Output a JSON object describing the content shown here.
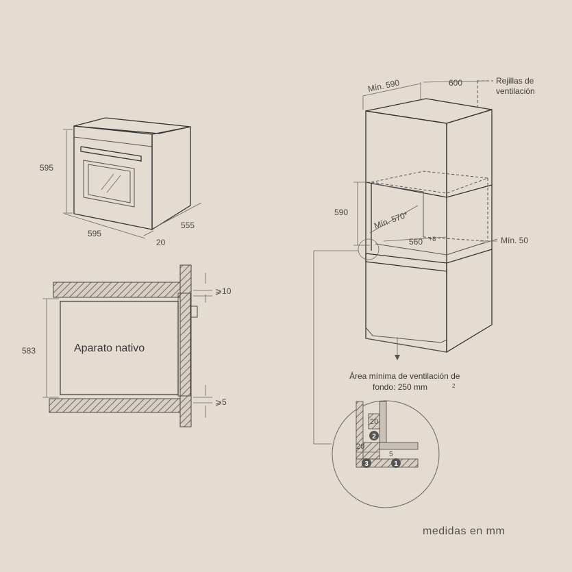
{
  "oven_dims": {
    "height": "595",
    "width": "595",
    "depth": "555",
    "front": "20"
  },
  "section": {
    "label": "Aparato nativo",
    "height": "583",
    "top_gap": "⩾10",
    "bottom_gap": "⩾5"
  },
  "column": {
    "min_590": "Mín. 590",
    "w600": "600",
    "vents_line1": "Rejillas de",
    "vents_line2": "ventilación",
    "h590": "590",
    "min570": "Mín. 570*",
    "w560": "560",
    "w560_tol": "+8",
    "min50": "Mín. 50",
    "vent_area_line1": "Área mínima de ventilación de",
    "vent_area_line2": "fondo: 250 mm",
    "vent_area_sup": "2"
  },
  "detail": {
    "d20_a": "20",
    "d20_b": "20",
    "d5": "5",
    "m1": "1",
    "m2": "2",
    "m3": "3"
  },
  "footer": {
    "units": "medidas en mm"
  },
  "colors": {
    "background": "#e4dbd1",
    "hatch": "#8a8480",
    "lines": "#555555"
  }
}
